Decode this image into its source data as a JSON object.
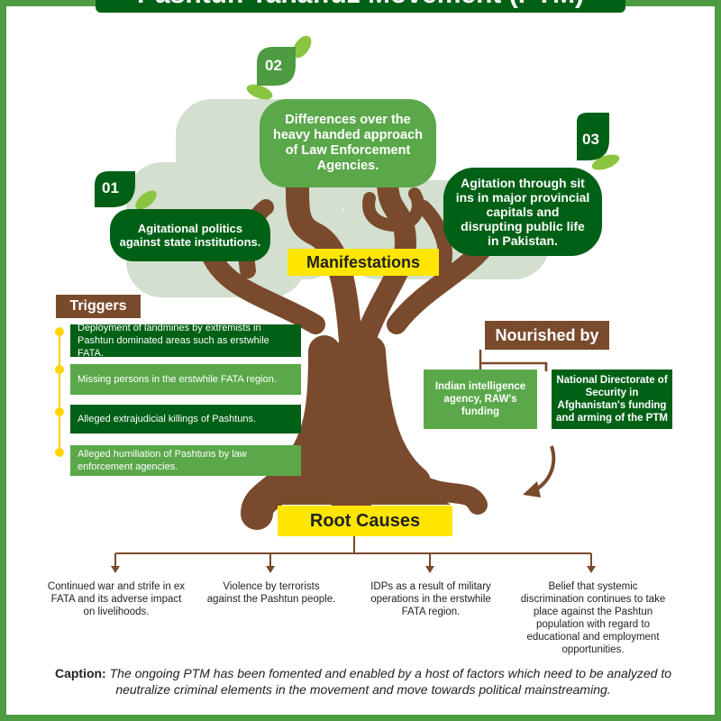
{
  "title": "Pashtun Tahaffuz Movement (PTM)",
  "manifestations": {
    "label": "Manifestations",
    "items": [
      {
        "num": "01",
        "text": "Agitational politics against state institutions."
      },
      {
        "num": "02",
        "text": "Differences over the heavy handed approach of Law Enforcement Agencies."
      },
      {
        "num": "03",
        "text": "Agitation through sit ins in major provincial capitals and disrupting public life in Pakistan."
      }
    ]
  },
  "triggers": {
    "label": "Triggers",
    "items": [
      "Deployment of landmines by extremists in Pashtun dominated areas such as erstwhile FATA.",
      "Missing persons in the erstwhile FATA region.",
      "Alleged extrajudicial killings of Pashtuns.",
      "Alleged humiliation of Pashtuns by law enforcement agencies."
    ]
  },
  "nourished_by": {
    "label": "Nourished by",
    "items": [
      "Indian intelligence agency, RAW's funding",
      "National Directorate of Security in Afghanistan's funding and arming of the PTM"
    ]
  },
  "root_causes": {
    "label": "Root Causes",
    "items": [
      "Continued war and strife in ex FATA and its adverse impact on livelihoods.",
      "Violence by terrorists against the Pashtun people.",
      "IDPs as a result of military operations in the erstwhile FATA region.",
      "Belief that systemic discrimination continues to take place against the Pashtun population with regard to educational and employment opportunities."
    ]
  },
  "caption": {
    "label": "Caption:",
    "text": "The ongoing PTM has been fomented and enabled by a host of factors which need to be analyzed to neutralize criminal elements in the movement and move towards political mainstreaming."
  },
  "colors": {
    "frame_green": "#4e9c41",
    "dark_green": "#006015",
    "light_green": "#5aa84a",
    "trunk_brown": "#7a4a2c",
    "yellow": "#ffe600",
    "canopy_bg": "#d3dfcf"
  }
}
